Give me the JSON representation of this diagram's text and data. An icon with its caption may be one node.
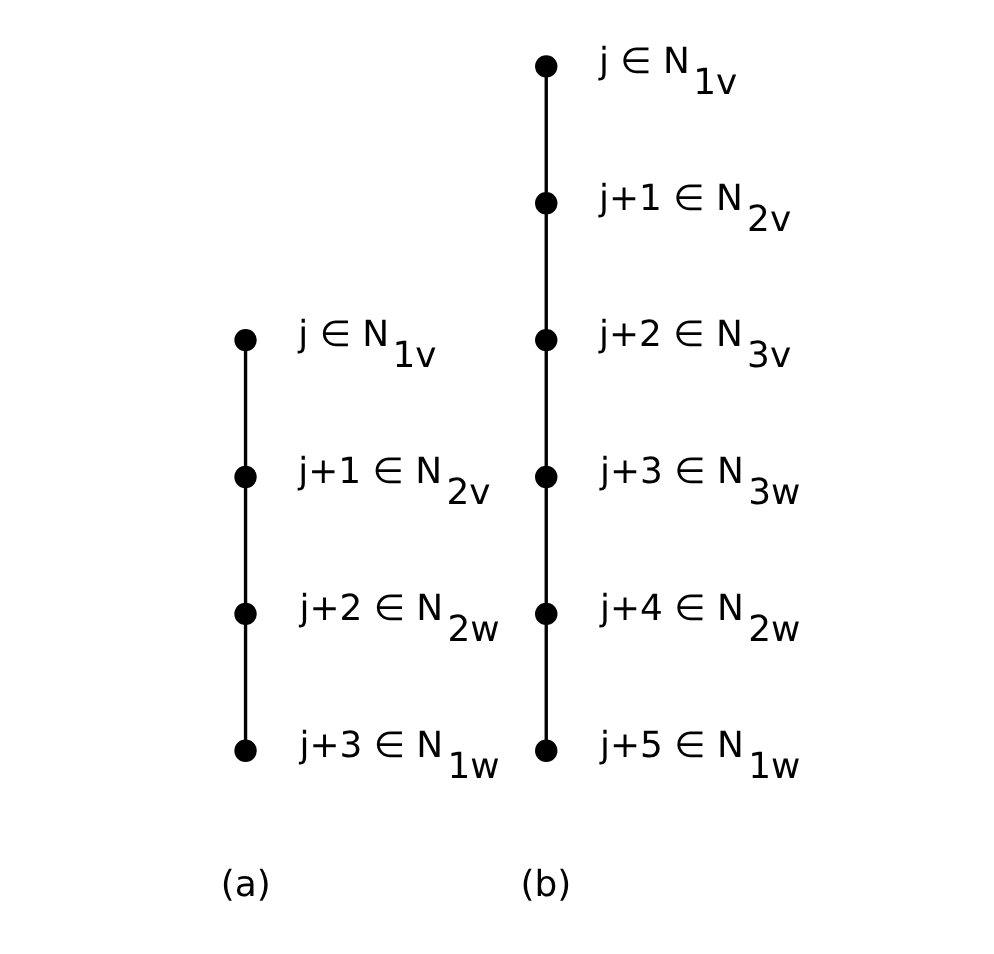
{
  "diagram": {
    "nodes": [
      {
        "text": [],
        "shape": "circle",
        "beside": [
          "j ∈ N$_{1v}$"
        ]
      },
      {
        "text": [],
        "shape": "circle",
        "beside": [
          "j+1 ∈ N$_{2v}$"
        ]
      },
      {
        "text": [],
        "shape": "circle",
        "beside": [
          "j+2 ∈ N$_{2w}$"
        ]
      },
      {
        "text": [],
        "shape": "circle",
        "beside": [
          "j+3 ∈ N$_{1w}$"
        ]
      },
      {
        "text": [],
        "shape": "circle",
        "beside": [
          "j ∈ N$_{1v}$"
        ]
      },
      {
        "text": [],
        "shape": "circle",
        "beside": [
          "j+1 ∈ N$_{2v}$"
        ]
      },
      {
        "text": [],
        "shape": "circle",
        "beside": [
          "j+2 ∈ N$_{3v}$"
        ]
      },
      {
        "text": [],
        "shape": "circle",
        "beside": [
          "j+3 ∈ N$_{3w}$"
        ]
      },
      {
        "text": [],
        "shape": "circle",
        "beside": [
          "j+4 ∈ N$_{2w}$"
        ]
      },
      {
        "text": [],
        "shape": "circle",
        "beside": [
          "j+5 ∈ N$_{1w}$"
        ]
      }
    ],
    "edges": [
      {
        "from": 0,
        "to": 1,
        "arrow": "none"
      },
      {
        "from": 1,
        "to": 2,
        "arrow": "none"
      },
      {
        "from": 2,
        "to": 3,
        "arrow": "none"
      },
      {
        "from": 4,
        "to": 5,
        "arrow": "none"
      },
      {
        "from": 5,
        "to": 6,
        "arrow": "none"
      },
      {
        "from": 6,
        "to": 7,
        "arrow": "none"
      },
      {
        "from": 7,
        "to": 8,
        "arrow": "none"
      },
      {
        "from": 8,
        "to": 9,
        "arrow": "none"
      }
    ],
    "labels": [
      "(a)",
      "(b)"
    ]
  }
}
